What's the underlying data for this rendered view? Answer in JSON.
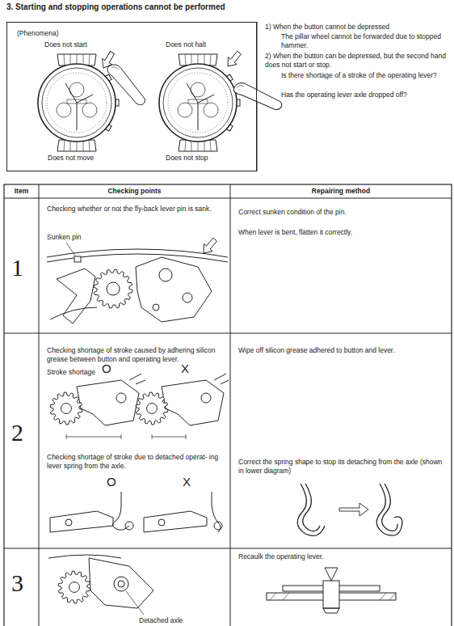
{
  "diagram": {
    "title": "3. Starting and stopping operations cannot be performed",
    "nodes": [
      {
        "text": [
          "(Phenomena)",
          "Does not start",
          "Does not halt",
          "Does not move",
          "Does not stop"
        ]
      }
    ],
    "labels": [
      "1) When the button cannot be depressed",
      "The pillar wheel cannot be forwarded due to stopped hammer.",
      "2) When the button can be depressed, but the second hand does not start or stop.",
      "Is there shortage of a stroke of the operating lever?",
      "Has the operating lever axle dropped off?",
      "Item",
      "Checking points",
      "Repairing method",
      "1",
      "Checking whether or not the fly-back lever pin is sank.",
      "Sunken pin",
      "Correct sunken condition of the pin.",
      "When lever is bent, flatten it correctly.",
      "2",
      "Checking shortage of stroke caused by adhering silicon grease between button and operating lever.",
      "Stroke shortage",
      "O",
      "X",
      "Wipe off silicon grease adhered to button and lever.",
      "Checking shortage of stroke due to detached operat- ing lever spring from the axle.",
      "O",
      "X",
      "Correct the spring shape to stop its detaching from the axle (shown in lower diagram)",
      "3",
      "Recaulk the operating lever.",
      "Detached axle"
    ]
  }
}
